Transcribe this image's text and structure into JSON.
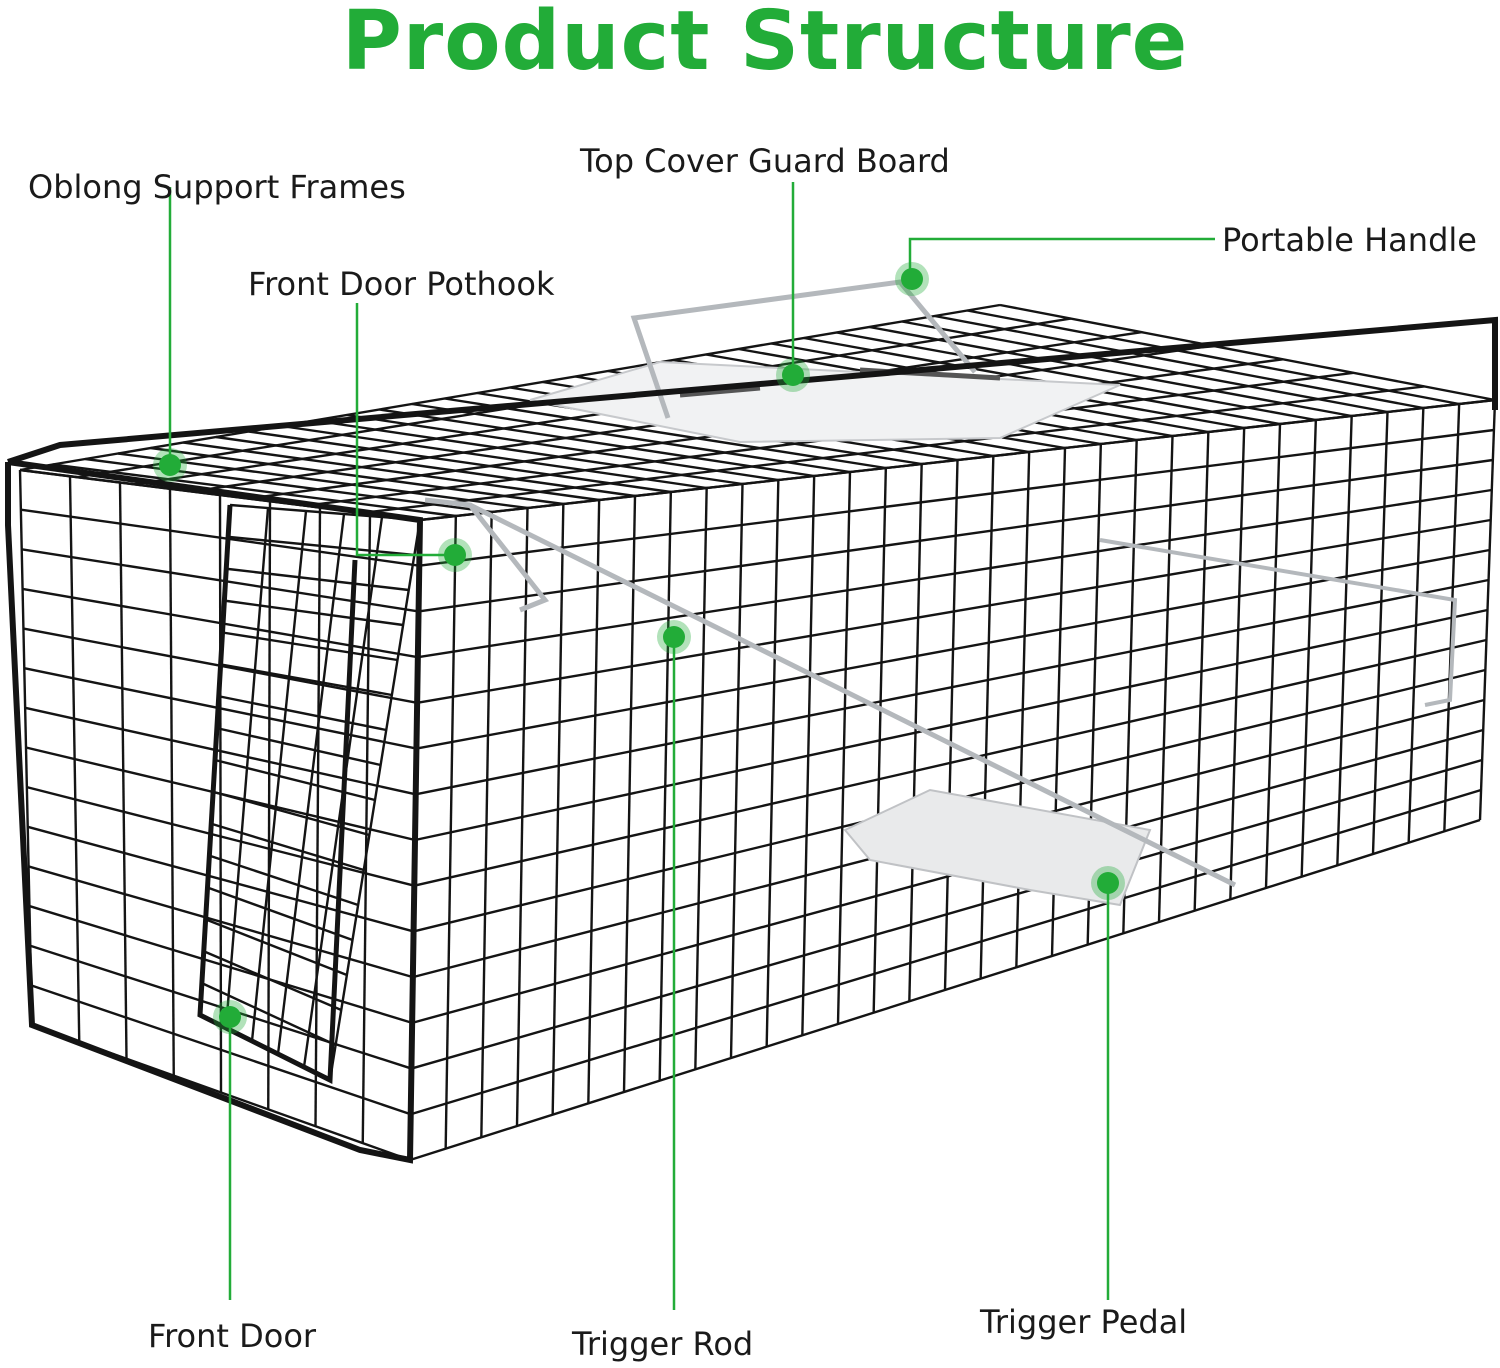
{
  "title": "Product Structure",
  "colors": {
    "accent": "#22ac38",
    "wire": "#141414",
    "steel": "#b4b8bc",
    "plate": "#f1f2f3",
    "text": "#1a1a1a"
  },
  "labels": {
    "oblong_support_frames": "Oblong Support Frames",
    "top_cover_guard_board": "Top Cover Guard Board",
    "portable_handle": "Portable Handle",
    "front_door_pothook": "Front Door Pothook",
    "front_door": "Front Door",
    "trigger_rod": "Trigger Rod",
    "trigger_pedal": "Trigger Pedal"
  }
}
